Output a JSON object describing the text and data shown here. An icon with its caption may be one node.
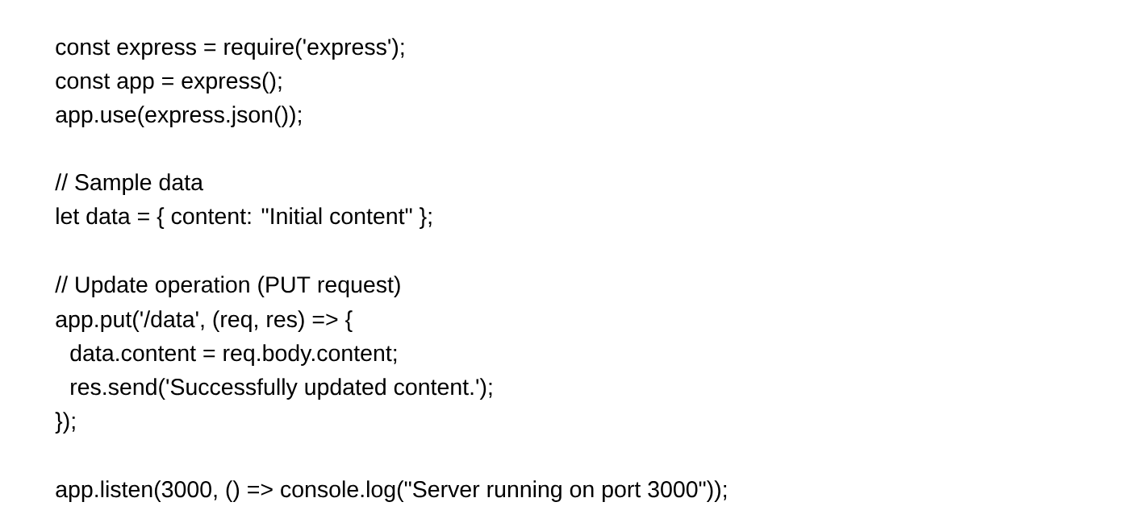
{
  "diagram": {
    "labels": [
      "const express = require('express');",
      "const app = express();",
      "app.use(express.json());",
      "// Sample data",
      "let data = { content: \"Initial content\" };",
      "// Update operation (PUT request)",
      "app.put('/data', (req, res) => {",
      "data.content = req.body.content;",
      "res.send('Successfully updated content.');",
      "});",
      "app.listen(3000, () => console.log(\"Server running on port 3000\"));"
    ]
  }
}
